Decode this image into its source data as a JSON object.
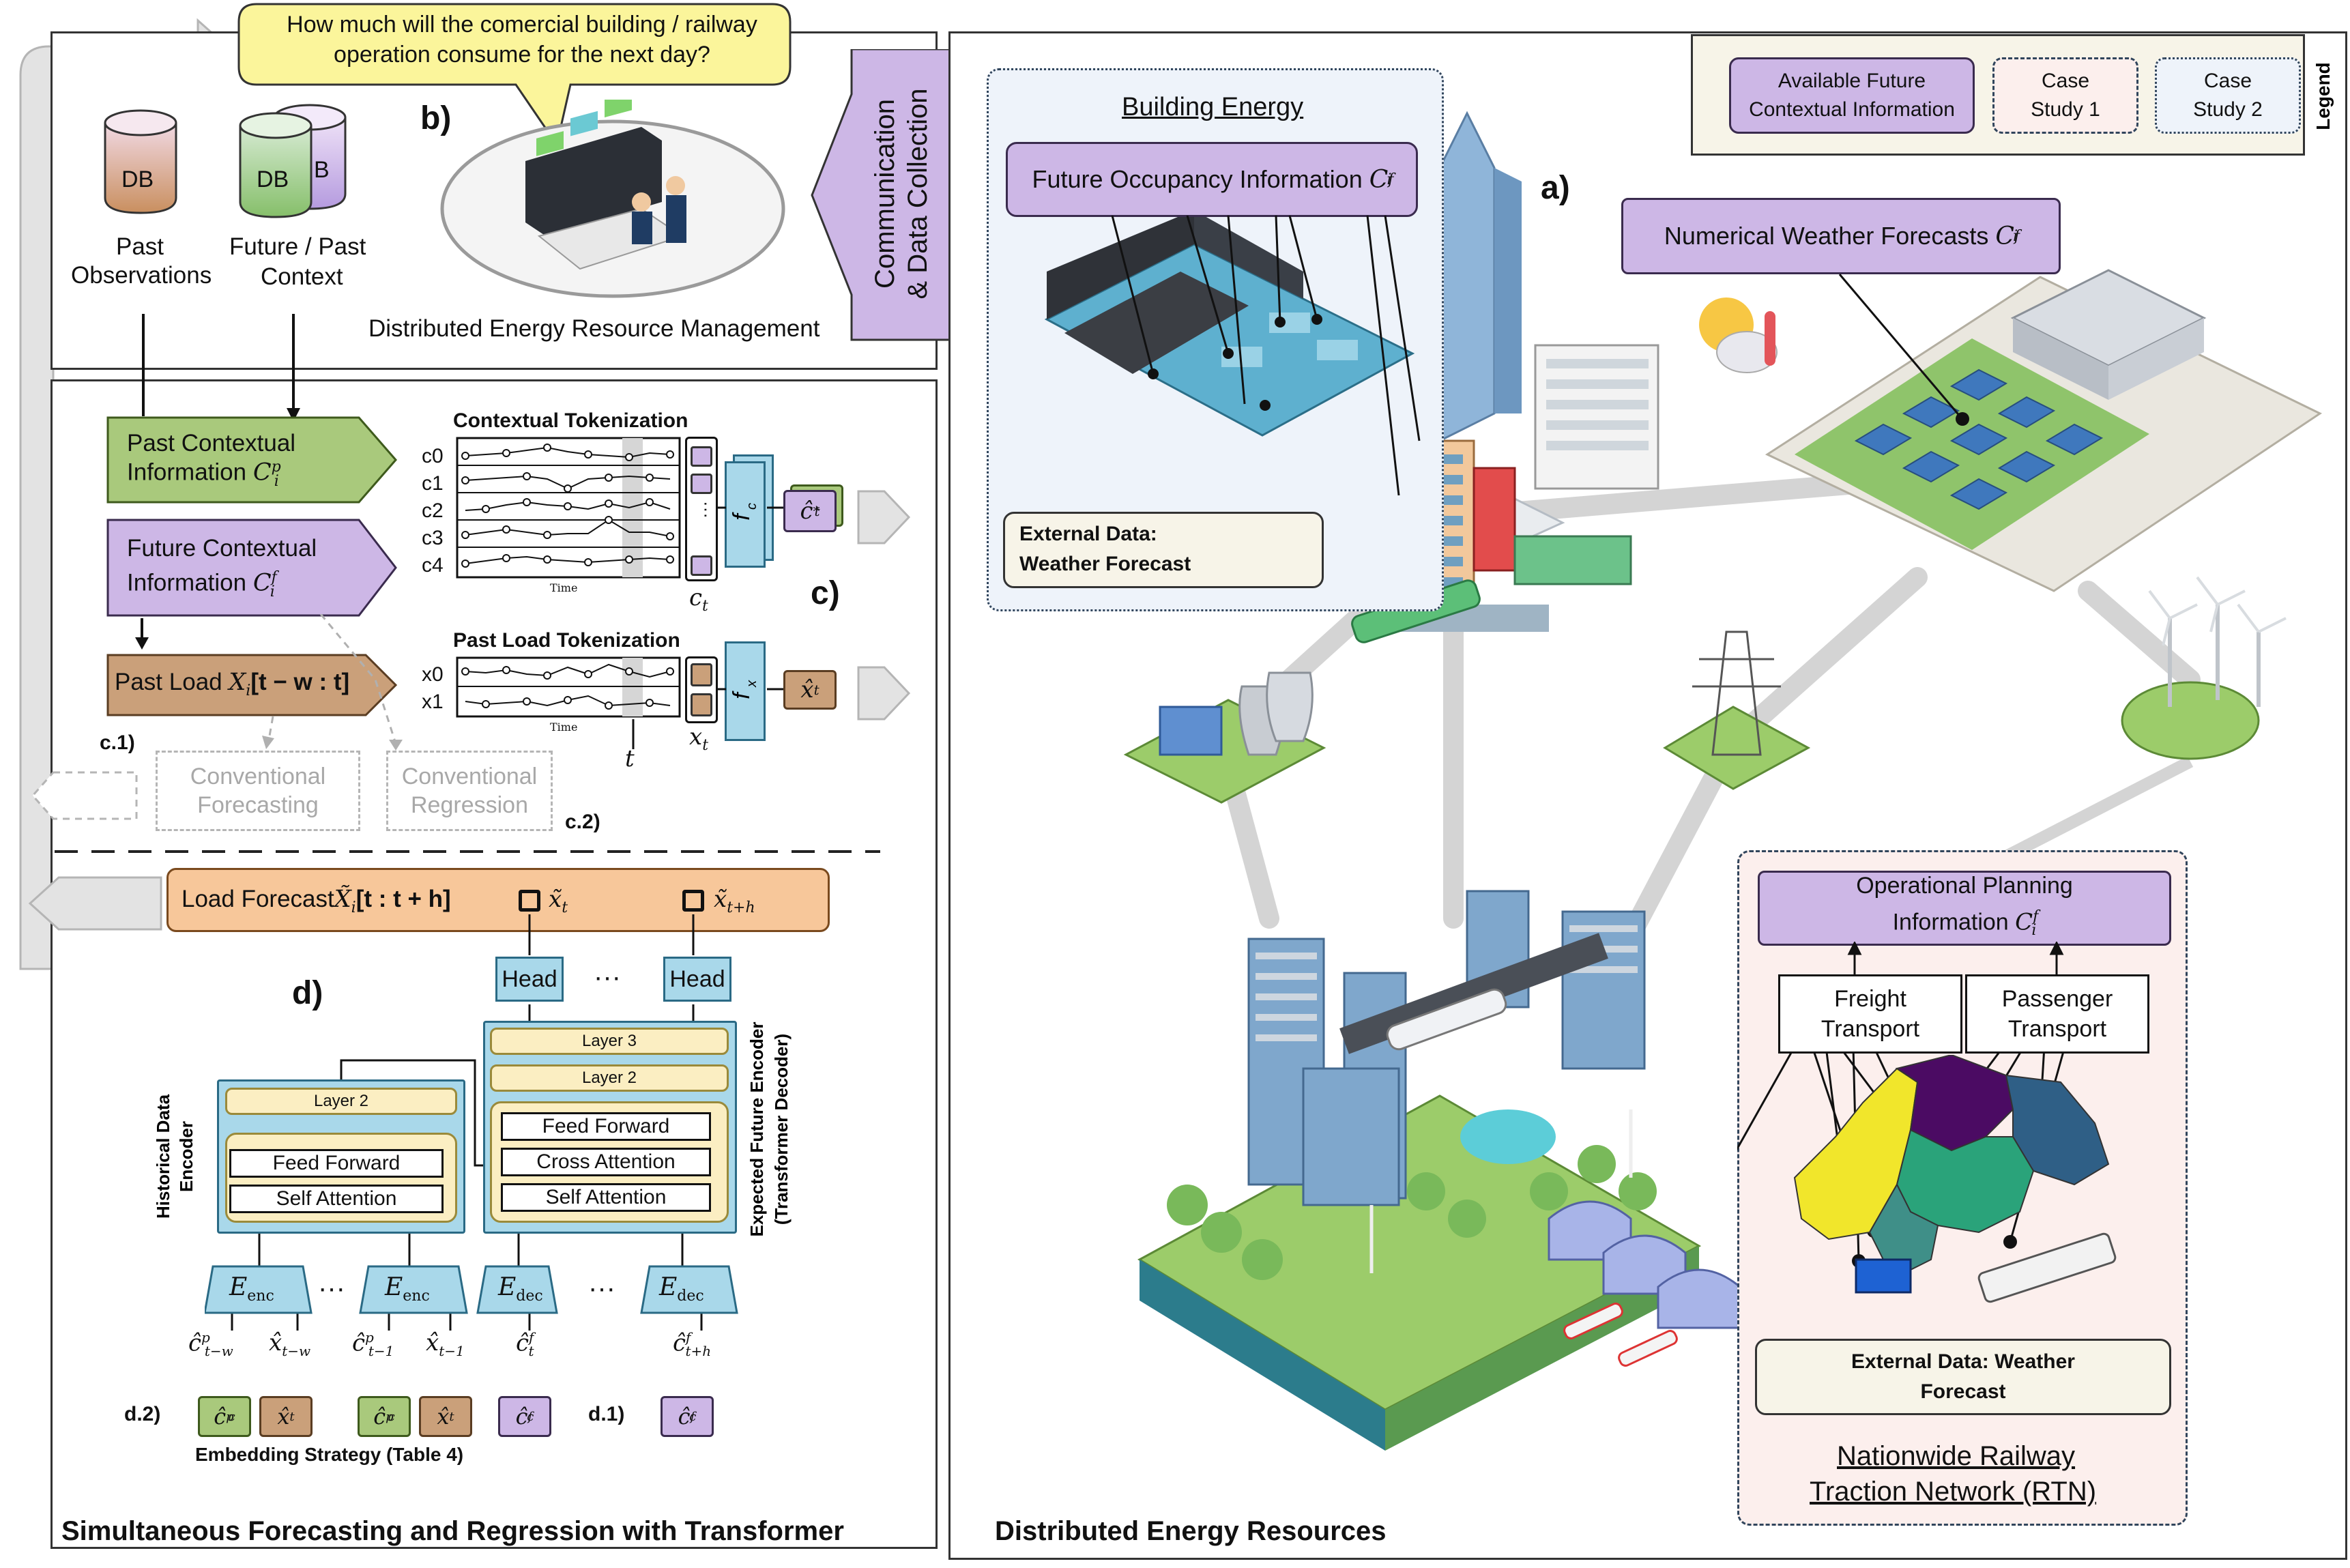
{
  "question_bubble": "How much will the comercial building / railway operation consume for the next day?",
  "panel_b": {
    "label": "b)",
    "db_label": "DB",
    "db_label_back": "B",
    "past_observations": [
      "Past",
      "Observations"
    ],
    "future_past_context": [
      "Future / Past",
      "Context"
    ],
    "caption": "Distributed Energy Resource Management",
    "comm_arrow": [
      "Communication",
      "& Data Collection"
    ]
  },
  "panel_c": {
    "label": "c)",
    "c1_label": "c.1)",
    "c2_label": "c.2)",
    "past_contextual": [
      "Past Contextual",
      "Information"
    ],
    "past_contextual_sym": "C",
    "past_contextual_sup": "p",
    "past_contextual_sub": "i",
    "future_contextual": [
      "Future Contextual",
      "Information"
    ],
    "future_contextual_sym": "C",
    "future_contextual_sup": "f",
    "future_contextual_sub": "i",
    "past_load": "Past Load",
    "past_load_math": "X",
    "past_load_sub": "i",
    "past_load_range": "[t − w : t]",
    "contextual_tokenization_title": "Contextual Tokenization",
    "past_load_tokenization_title": "Past Load Tokenization",
    "channels_c": [
      "c0",
      "c1",
      "c2",
      "c3",
      "c4"
    ],
    "channels_x": [
      "x0",
      "x1"
    ],
    "time_label": "Time",
    "ct_label": "c",
    "ct_sub": "t",
    "xt_label": "x",
    "xt_sub": "t",
    "t_label": "t",
    "fc_label": "f",
    "fc_sub": "c",
    "fx_label": "f",
    "fx_sub": "x",
    "c_hat_star": "ĉ",
    "c_hat_star_sup": "*",
    "c_hat_star_sub": "t",
    "x_hat": "x̂",
    "x_hat_sub": "t",
    "conventional_forecasting": [
      "Conventional",
      "Forecasting"
    ],
    "conventional_regression": [
      "Conventional",
      "Regression"
    ]
  },
  "panel_d": {
    "label": "d)",
    "load_forecast_label": "Load Forecast",
    "load_forecast_math": "X̃",
    "load_forecast_sub": "i",
    "load_forecast_range": "[t : t + h]",
    "out_1": "x̃",
    "out_1_sub": "t",
    "out_2": "x̃",
    "out_2_sub": "t+h",
    "head_label": "Head",
    "dots": "···",
    "layer3": "Layer 3",
    "layer2": "Layer 2",
    "feed_forward": "Feed Forward",
    "self_attention": "Self Attention",
    "cross_attention": "Cross Attention",
    "enc_side_label": [
      "Historical Data",
      "Encoder"
    ],
    "dec_side_label": [
      "Expected Future Encoder",
      "(Transformer Decoder)"
    ],
    "e_enc": "E",
    "e_enc_sub": "enc",
    "e_dec": "E",
    "e_dec_sub": "dec",
    "enc_inputs": [
      {
        "sym": "ĉ",
        "sup": "p",
        "sub": "t−w"
      },
      {
        "sym": "x̂",
        "sup": "",
        "sub": "t−w"
      },
      {
        "sym": "ĉ",
        "sup": "p",
        "sub": "t−1"
      },
      {
        "sym": "x̂",
        "sup": "",
        "sub": "t−1"
      }
    ],
    "dec_inputs": [
      {
        "sym": "ĉ",
        "sup": "f",
        "sub": "t"
      },
      {
        "sym": "ĉ",
        "sup": "f",
        "sub": "t+h"
      }
    ],
    "d2_label": "d.2)",
    "d1_label": "d.1)",
    "embedding_tokens": [
      {
        "sym": "ĉ",
        "sup": "p",
        "sub": "c"
      },
      {
        "sym": "x̂",
        "sup": "",
        "sub": "t"
      },
      {
        "sym": "ĉ",
        "sup": "p",
        "sub": "c"
      },
      {
        "sym": "x̂",
        "sup": "",
        "sub": "t"
      },
      {
        "sym": "ĉ",
        "sup": "f",
        "sub": "c"
      }
    ],
    "d1_token": {
      "sym": "ĉ",
      "sup": "f",
      "sub": "c"
    },
    "embedding_caption": "Embedding Strategy (Table 4)"
  },
  "left_title": "Simultaneous Forecasting and Regression with Transformer",
  "right_title": "Distributed Energy Resources",
  "panel_a": {
    "label": "a)",
    "legend_title": "Legend",
    "legend_items": [
      [
        "Available Future",
        "Contextual Information"
      ],
      [
        "Case",
        "Study 1"
      ],
      [
        "Case",
        "Study 2"
      ]
    ],
    "building_energy_title": "Building Energy",
    "future_occupancy": "Future Occupancy Information",
    "external_data_1": [
      "External Data:",
      "Weather Forecast"
    ],
    "nwf": "Numerical Weather Forecasts",
    "op_planning": [
      "Operational Planning",
      "Information"
    ],
    "freight": [
      "Freight",
      "Transport"
    ],
    "passenger": [
      "Passenger",
      "Transport"
    ],
    "external_data_2": [
      "External Data: Weather",
      "Forecast"
    ],
    "rtn_title": [
      "Nationwide Railway",
      "Traction Network (RTN)"
    ],
    "ci_sym": "C",
    "ci_sup": "f",
    "ci_sub": "i"
  },
  "colors": {
    "purple": "#cdb7e6",
    "green": "#a9c97c",
    "brown": "#caa07a",
    "orange": "#f7c79a",
    "blue": "#a9d8ea",
    "yellow": "#fbeec2",
    "bubble": "#fbf59b"
  }
}
